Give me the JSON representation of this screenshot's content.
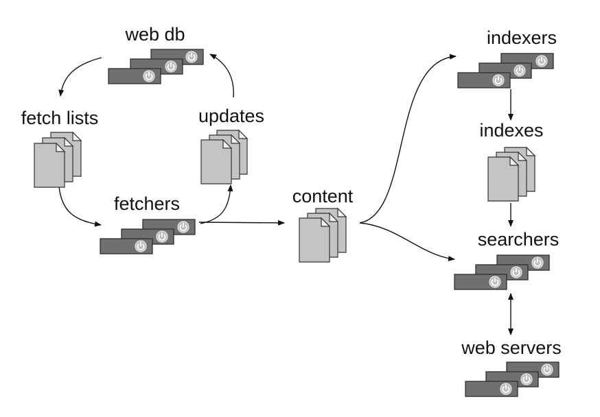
{
  "nodes": {
    "web_db": "web db",
    "fetch_lists": "fetch lists",
    "updates": "updates",
    "fetchers": "fetchers",
    "content": "content",
    "indexers": "indexers",
    "indexes": "indexes",
    "searchers": "searchers",
    "web_servers": "web servers"
  },
  "edges": [
    {
      "from": "web db",
      "to": "fetch lists"
    },
    {
      "from": "fetch lists",
      "to": "fetchers"
    },
    {
      "from": "fetchers",
      "to": "updates"
    },
    {
      "from": "updates",
      "to": "web db"
    },
    {
      "from": "fetchers",
      "to": "content"
    },
    {
      "from": "content",
      "to": "indexers"
    },
    {
      "from": "content",
      "to": "searchers"
    },
    {
      "from": "indexers",
      "to": "indexes"
    },
    {
      "from": "indexes",
      "to": "searchers"
    },
    {
      "from": "searchers",
      "to": "web servers",
      "bidirectional": true
    }
  ],
  "icons": {
    "server_stack": "server-stack-icon",
    "document_stack": "document-stack-icon",
    "power_button": "power-icon"
  },
  "colors": {
    "server_fill": "#707070",
    "document_fill": "#c4c4c4",
    "line": "#111111"
  }
}
